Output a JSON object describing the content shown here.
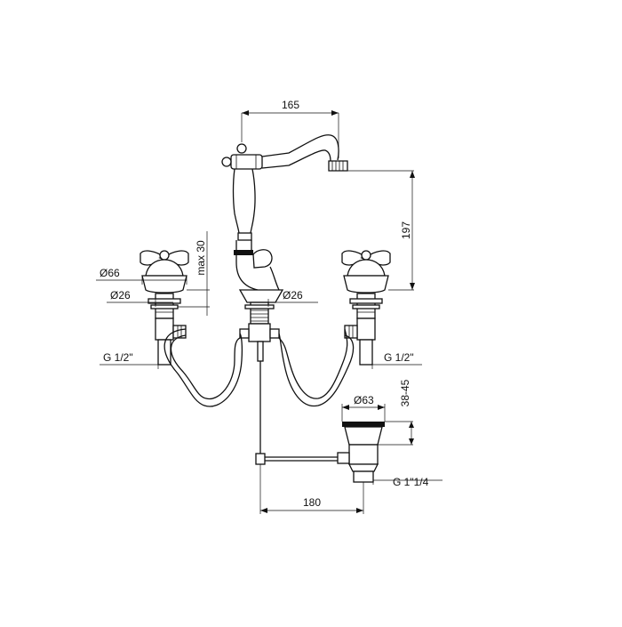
{
  "dimensions": {
    "spout_reach": "165",
    "spout_height": "197",
    "max_deck_thickness": "max 30",
    "handle_base_diameter": "Ø66",
    "shank_diameter_left": "Ø26",
    "shank_diameter_center": "Ø26",
    "connection_left": "G 1/2\"",
    "connection_right": "G 1/2\"",
    "waste_diameter": "Ø63",
    "waste_height_range": "38-45",
    "waste_thread": "G 1\"1/4",
    "popup_rod_distance": "180"
  },
  "colors": {
    "line": "#111111",
    "background": "#ffffff"
  }
}
